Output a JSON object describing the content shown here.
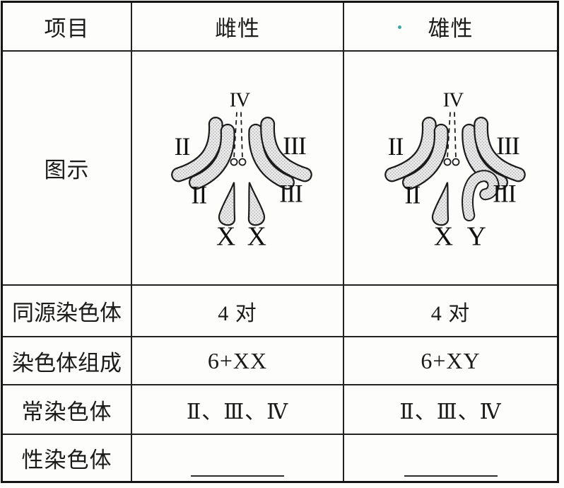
{
  "page": {
    "ink": "#1b1b1b",
    "background": "#fdfdfc"
  },
  "table": {
    "header": {
      "item": "项目",
      "female": "雌性",
      "male": "雄性"
    },
    "rows": {
      "diagram_label": "图示",
      "homologous": {
        "label": "同源染色体",
        "female": "4 对",
        "male": "4 对"
      },
      "composition": {
        "label": "染色体组成",
        "female": "6+XX",
        "male": "6+XY"
      },
      "autosomes": {
        "label": "常染色体",
        "female": "Ⅱ、Ⅲ、Ⅳ",
        "male": "Ⅱ、Ⅲ、Ⅳ"
      },
      "sex_chromosomes": {
        "label": "性染色体",
        "female": "",
        "male": ""
      }
    }
  },
  "diagram": {
    "labels": {
      "top": "IV",
      "upper_left": "II",
      "upper_right": "III",
      "lower_left": "II",
      "lower_right": "III"
    },
    "female": {
      "left_sex_label": "X",
      "right_sex_label": "X"
    },
    "male": {
      "left_sex_label": "X",
      "right_sex_label": "Y"
    }
  },
  "artifact": {
    "teal_speck_color": "#3fa8a0"
  }
}
